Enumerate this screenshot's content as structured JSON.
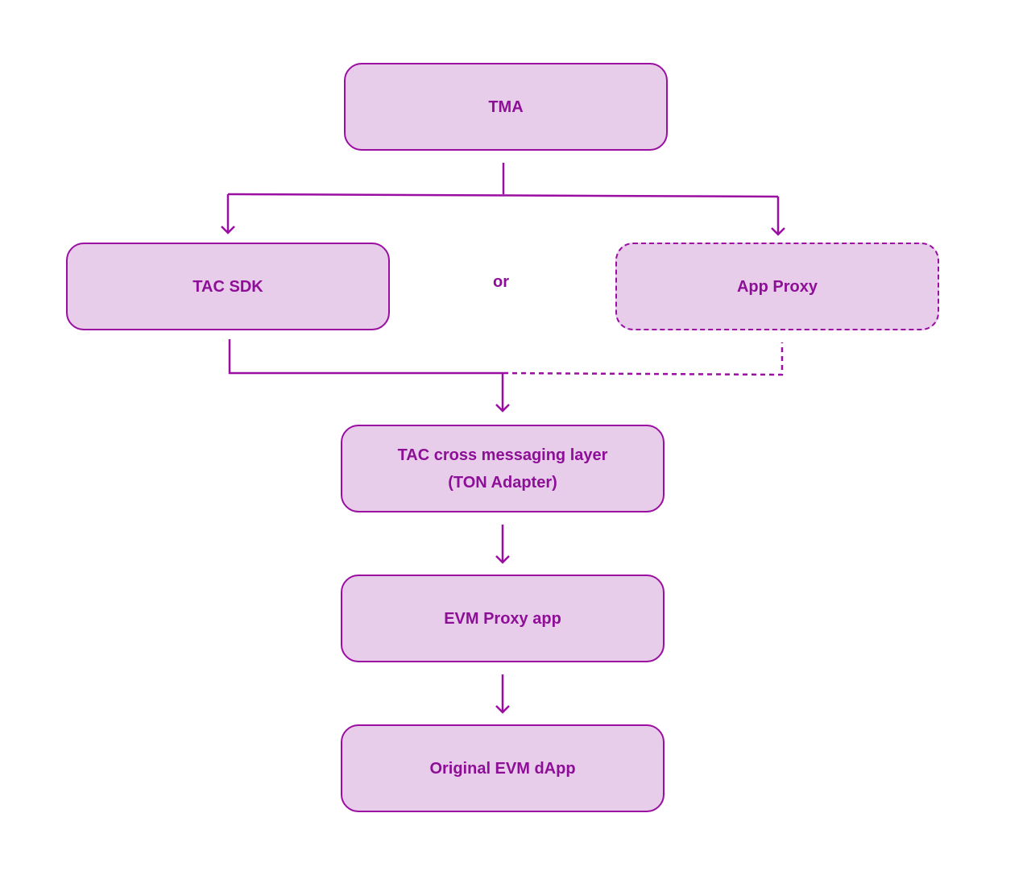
{
  "nodes": {
    "tma": "TMA",
    "tac_sdk": "TAC SDK",
    "app_proxy": "App Proxy",
    "cross_layer_line1": "TAC cross messaging layer",
    "cross_layer_line2": "(TON Adapter)",
    "evm_proxy": "EVM Proxy app",
    "original_dapp": "Original EVM dApp"
  },
  "or_label": "or",
  "colors": {
    "stroke": "#9a0ea1",
    "fill": "#e8cdea",
    "text": "#8d0f97"
  }
}
